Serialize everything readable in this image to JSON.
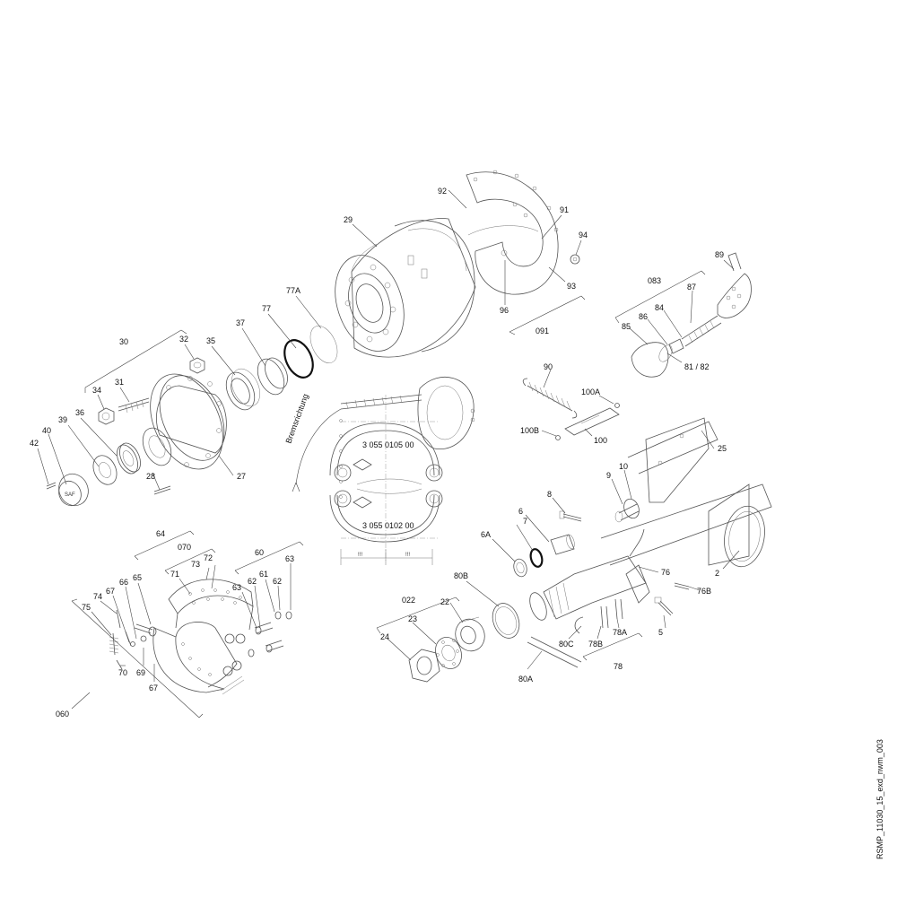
{
  "drawing_id": "RSMP_11030_15_exd_nwm_003",
  "brake_direction_label": "Bremsrichtung",
  "shoe_part_numbers": [
    "3 055 0105 00",
    "3 055 0102 00"
  ],
  "dimension_marks": [
    "!!!",
    "!!!"
  ],
  "callouts": {
    "p29": "29",
    "p92": "92",
    "p91": "91",
    "p94": "94",
    "p93": "93",
    "p96": "96",
    "p091": "091",
    "p77A": "77A",
    "p77": "77",
    "p37": "37",
    "p35": "35",
    "p32": "32",
    "p30": "30",
    "p31": "31",
    "p34": "34",
    "p36": "36",
    "p39": "39",
    "p40": "40",
    "p42": "42",
    "p28": "28",
    "p27": "27",
    "p89": "89",
    "p083": "083",
    "p87": "87",
    "p84": "84",
    "p86": "86",
    "p85": "85",
    "p8182": "81 / 82",
    "p90": "90",
    "p100A": "100A",
    "p100B": "100B",
    "p100": "100",
    "p25": "25",
    "p10": "10",
    "p9": "9",
    "p8": "8",
    "p7": "7",
    "p6": "6",
    "p6A": "6A",
    "p76": "76",
    "p76B": "76B",
    "p2": "2",
    "p80B": "80B",
    "p022": "022",
    "p22": "22",
    "p23": "23",
    "p24": "24",
    "p80C": "80C",
    "p78B": "78B",
    "p78A": "78A",
    "p78": "78",
    "p80A": "80A",
    "p5": "5",
    "p64": "64",
    "p070": "070",
    "p60": "60",
    "p73": "73",
    "p72": "72",
    "p71": "71",
    "p65": "65",
    "p66": "66",
    "p67a": "67",
    "p74": "74",
    "p75": "75",
    "p63a": "63",
    "p62a": "62",
    "p61": "61",
    "p62b": "62",
    "p63b": "63",
    "p70": "70",
    "p69": "69",
    "p67b": "67",
    "p060": "060"
  }
}
